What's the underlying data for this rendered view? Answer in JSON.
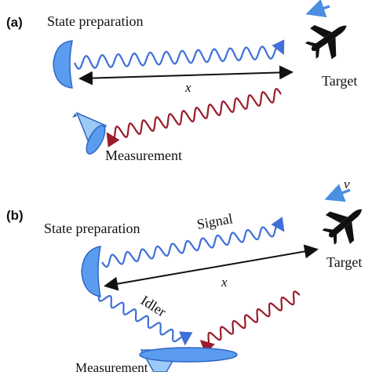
{
  "panel_a": {
    "tag": "(a)",
    "state_label": "State preparation",
    "distance_label": "x",
    "target_label": "Target",
    "measurement_label": "Measurement"
  },
  "panel_b": {
    "tag": "(b)",
    "state_label": "State preparation",
    "signal_label": "Signal",
    "idler_label": "Idler",
    "distance_label": "x",
    "velocity_label": "v",
    "target_label": "Target",
    "measurement_label": "Measurement"
  },
  "colors": {
    "outgoing_wave": "#3f6fd8",
    "return_wave": "#9b1b2a",
    "detector_fill": "#5b9bf0",
    "detector_stroke": "#2f66c4",
    "velocity_arrow": "#4a8fe0",
    "plane": "#111111"
  },
  "icons": {
    "plane": "airplane-icon",
    "dish": "parabolic-dish-icon",
    "detector": "horn-detector-icon"
  }
}
